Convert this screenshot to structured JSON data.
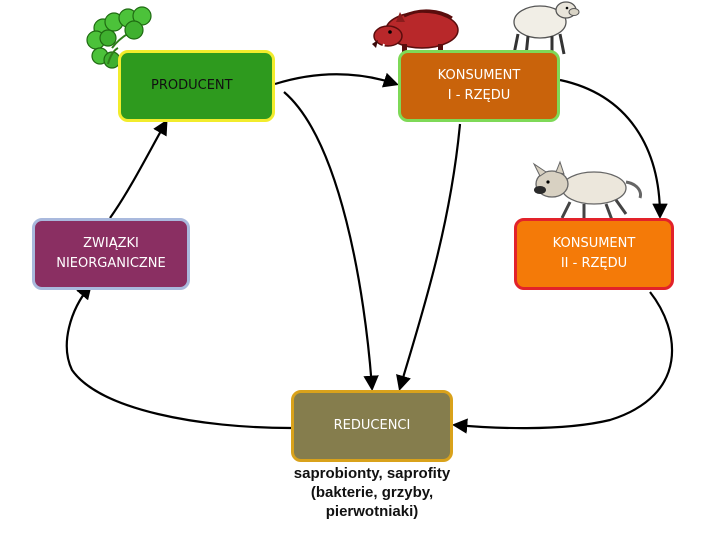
{
  "nodes": {
    "producent": {
      "line1": "PRODUCENT"
    },
    "konsument1": {
      "line1": "KONSUMENT",
      "line2": "I - RZĘDU"
    },
    "zwiazki": {
      "line1": "ZWIĄZKI",
      "line2": "NIEORGANICZNE"
    },
    "konsument2": {
      "line1": "KONSUMENT",
      "line2": "II - RZĘDU"
    },
    "reducenci": {
      "line1": "REDUCENCI"
    }
  },
  "reducenci_description": {
    "line1": "saprobionty, saprofity",
    "line2": "(bakterie, grzyby,",
    "line3": "pierwotniaki)"
  },
  "colors": {
    "producent": "#2e9a1e",
    "konsument1": "#c9630b",
    "zwiazki": "#8a2f62",
    "konsument2": "#f47a08",
    "reducenci": "#857d4d"
  },
  "icons": [
    "clover-icon",
    "boar-icon",
    "sheep-icon",
    "wolf-icon"
  ]
}
